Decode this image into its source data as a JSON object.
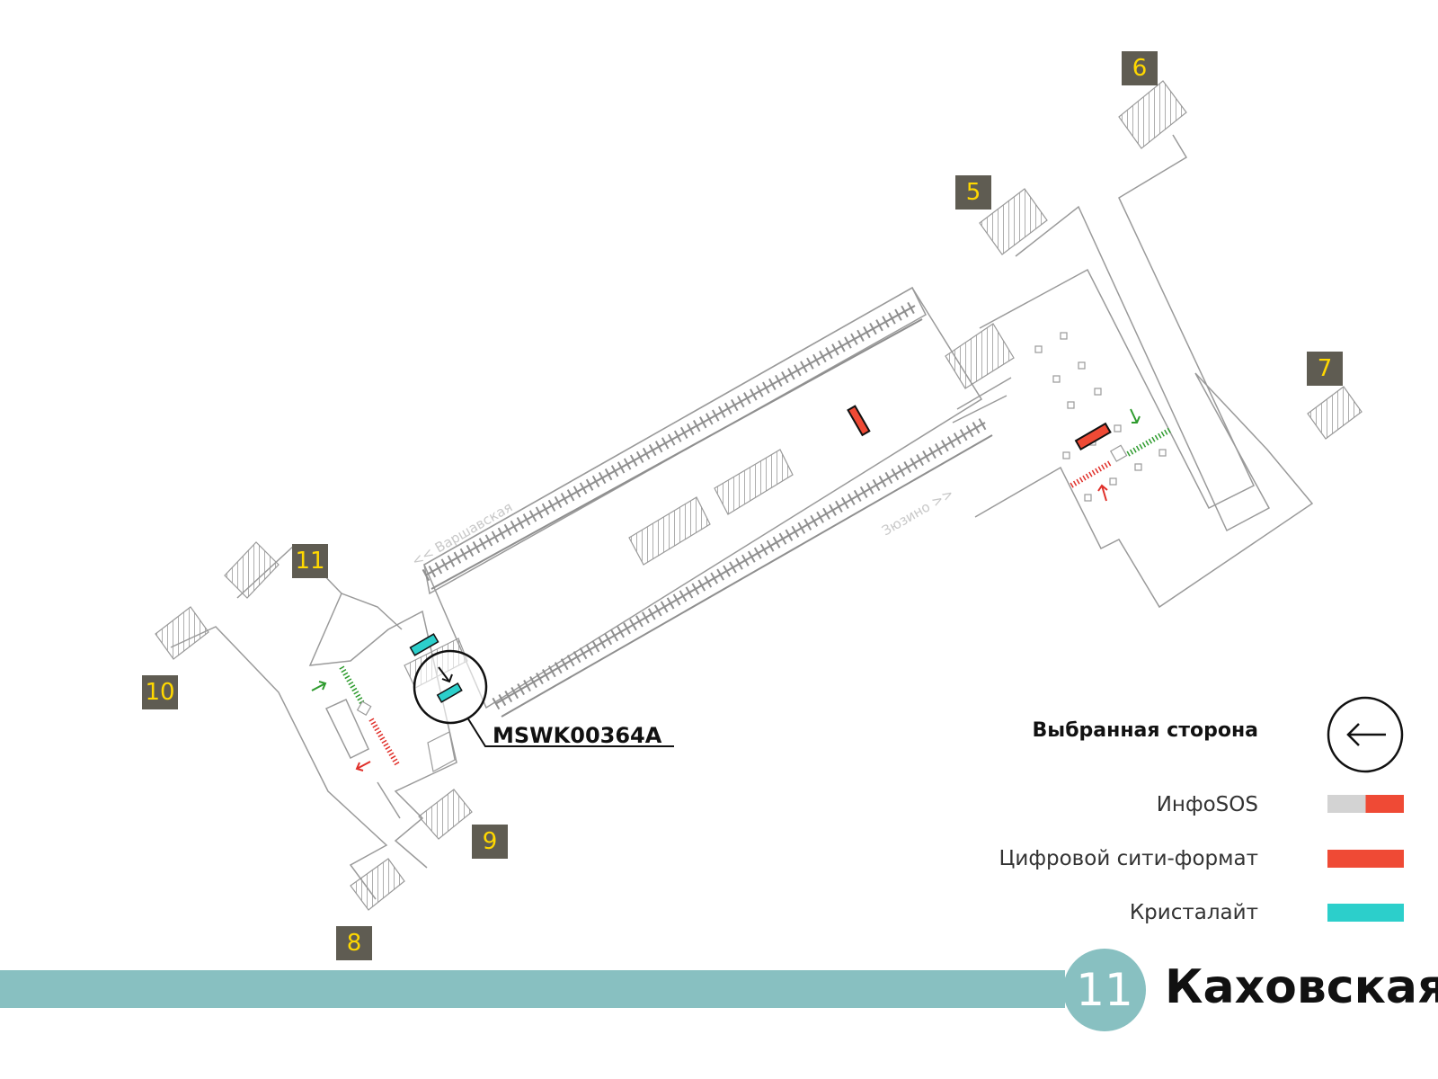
{
  "station": {
    "name": "Каховская",
    "line_number": "11",
    "line_color": "#88c0c1"
  },
  "directions": {
    "left": "<< Варшавская",
    "right": "Зюзино >>"
  },
  "exits": [
    {
      "label": "6"
    },
    {
      "label": "5"
    },
    {
      "label": "7"
    },
    {
      "label": "11"
    },
    {
      "label": "10"
    },
    {
      "label": "9"
    },
    {
      "label": "8"
    }
  ],
  "selected_panel": {
    "code": "MSWK00364A"
  },
  "legend": {
    "selected_side_label": "Выбранная сторона",
    "items": [
      {
        "label": "ИнфоSOS",
        "colors": [
          "#d3d3d3",
          "#ef4a35"
        ]
      },
      {
        "label": "Цифровой сити-формат",
        "colors": [
          "#ef4a35"
        ]
      },
      {
        "label": "Кристалайт",
        "colors": [
          "#2ccfcb"
        ]
      }
    ]
  },
  "colors": {
    "exit_box": "#5f5c52",
    "exit_number": "#ffd800",
    "outline": "#9a9a9a",
    "track": "#8f8f8f",
    "infosos": "#ef4a35",
    "crystalight": "#2ccfcb",
    "arrow_in": "#2e9b2e",
    "arrow_out": "#e0302a"
  }
}
